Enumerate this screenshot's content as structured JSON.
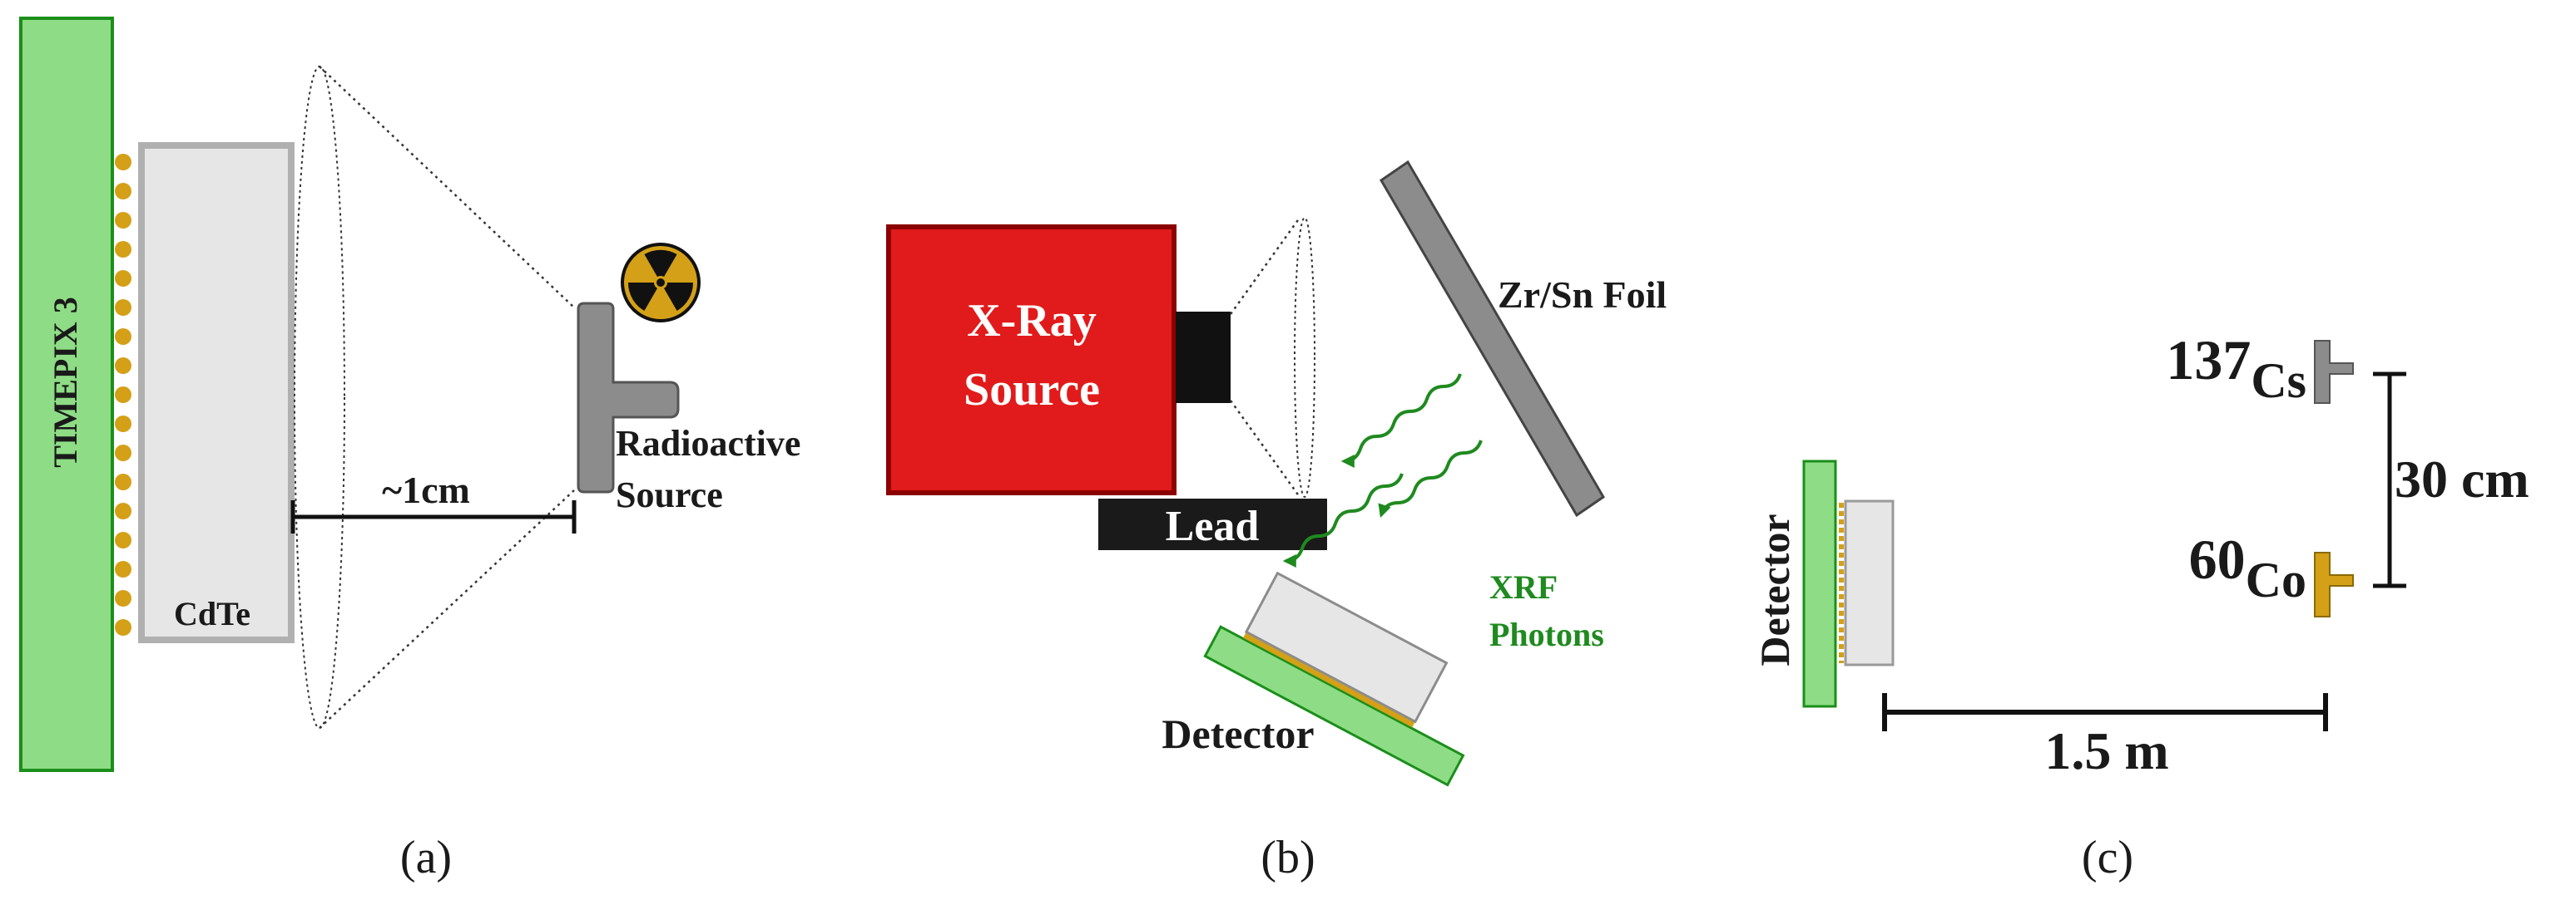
{
  "panel_a": {
    "timepix_label": "TIMEPIX 3",
    "cdte_label": "CdTe",
    "distance_label": "~1cm",
    "source_label_line1": "Radioactive",
    "source_label_line2": "Source",
    "caption": "(a)",
    "icon": "radiation-trefoil-icon"
  },
  "panel_b": {
    "xray_line1": "X-Ray",
    "xray_line2": "Source",
    "lead_label": "Lead",
    "foil_label": "Zr/Sn Foil",
    "xrf_line1": "XRF",
    "xrf_line2": "Photons",
    "detector_label": "Detector",
    "caption": "(b)"
  },
  "panel_c": {
    "detector_label": "Detector",
    "cs_mass": "137",
    "cs_symbol": "Cs",
    "co_mass": "60",
    "co_symbol": "Co",
    "vertical_distance": "30 cm",
    "horizontal_distance": "1.5 m",
    "caption": "(c)"
  },
  "colors": {
    "chip_green": "#8edc85",
    "chip_green_stroke": "#1a8f1a",
    "cdte_fill": "#e6e6e6",
    "cdte_stroke": "#b0b0b0",
    "bump_gold": "#d4a017",
    "xray_red": "#e11b1b",
    "xray_stroke": "#8b0000",
    "lead_black": "#1a1a1a",
    "source_gray": "#8c8c8c",
    "foil_gray": "#8c8c8c",
    "photon_green": "#1f8a1f",
    "co_gold": "#d4a017",
    "trefoil_yellow": "#d4a017"
  }
}
